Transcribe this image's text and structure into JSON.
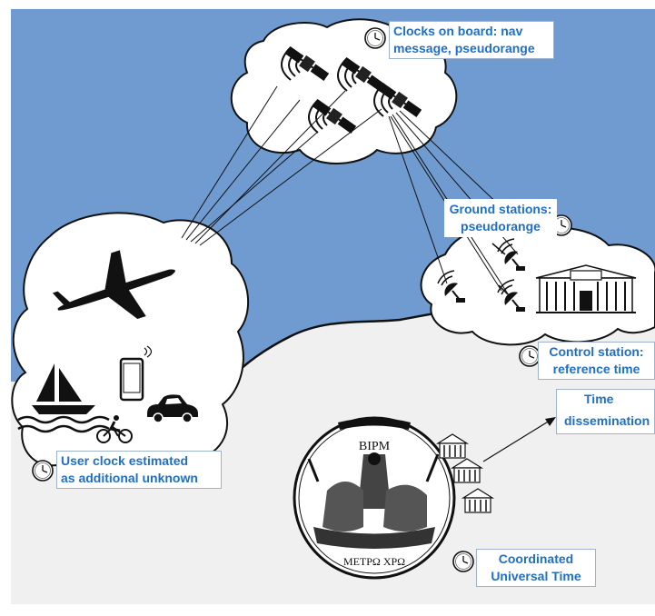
{
  "colors": {
    "sky": "#6f9bd0",
    "ground": "#f0f0f0",
    "label_text": "#1f6fc4",
    "ink": "#111111"
  },
  "labels": {
    "satellite_clocks": {
      "line1": "Clocks on board: nav",
      "line2": "message, pseudorange",
      "icon": "clock-icon"
    },
    "ground_stations": {
      "line1": "Ground stations:",
      "line2": "pseudorange",
      "icon": "clock-icon"
    },
    "control_station": {
      "line1": "Control station:",
      "line2": "reference time",
      "icon": "clock-icon"
    },
    "time_dissemination": {
      "line1": "Time",
      "line2": "dissemination",
      "icon": "clock-icon"
    },
    "user_clock": {
      "line1": "User clock estimated",
      "line2": "as additional unknown",
      "icon": "clock-icon"
    },
    "utc": {
      "line1": "Coordinated",
      "line2": "Universal Time",
      "icon": "clock-icon"
    }
  },
  "seal": {
    "top_text": "BIPM",
    "bottom_text": "ΜΕΤΡΩ ΧΡΩ"
  },
  "icons": {
    "satellites": "satellite-icon",
    "airplane": "airplane-icon",
    "sailboat": "sailboat-icon",
    "phone": "smartphone-icon",
    "car": "car-icon",
    "cyclist": "cyclist-icon",
    "antenna": "antenna-icon",
    "building": "building-icon"
  }
}
